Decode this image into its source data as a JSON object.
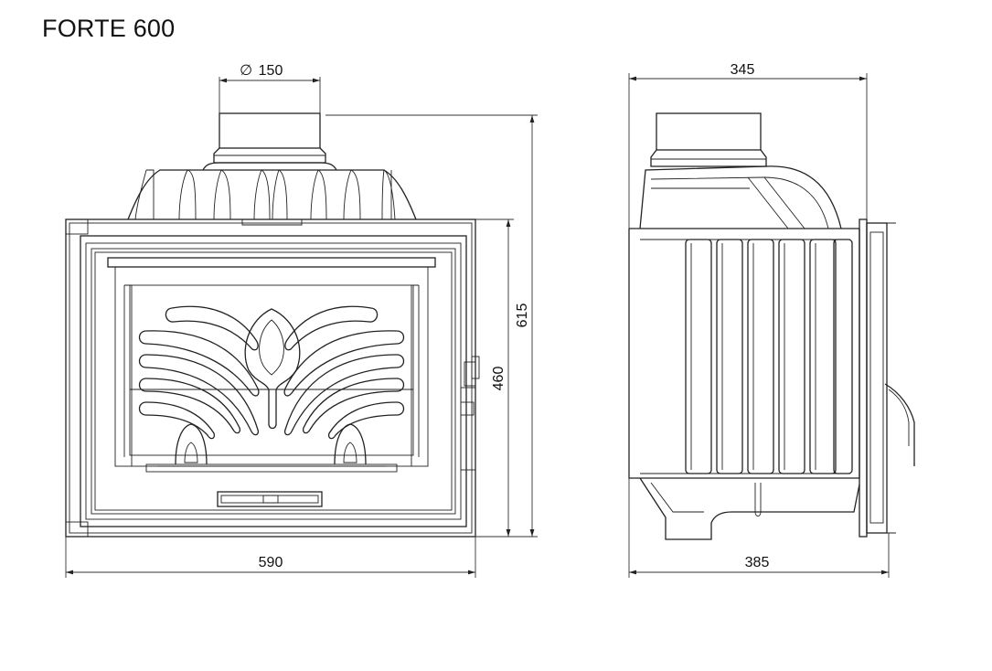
{
  "title": "FORTE 600",
  "front_view": {
    "dim_flue": "150",
    "dim_flue_symbol": "∅",
    "dim_width": "590",
    "dim_height_total": "615",
    "dim_height_body": "460"
  },
  "side_view": {
    "dim_top_depth": "345",
    "dim_bottom_depth": "385"
  }
}
